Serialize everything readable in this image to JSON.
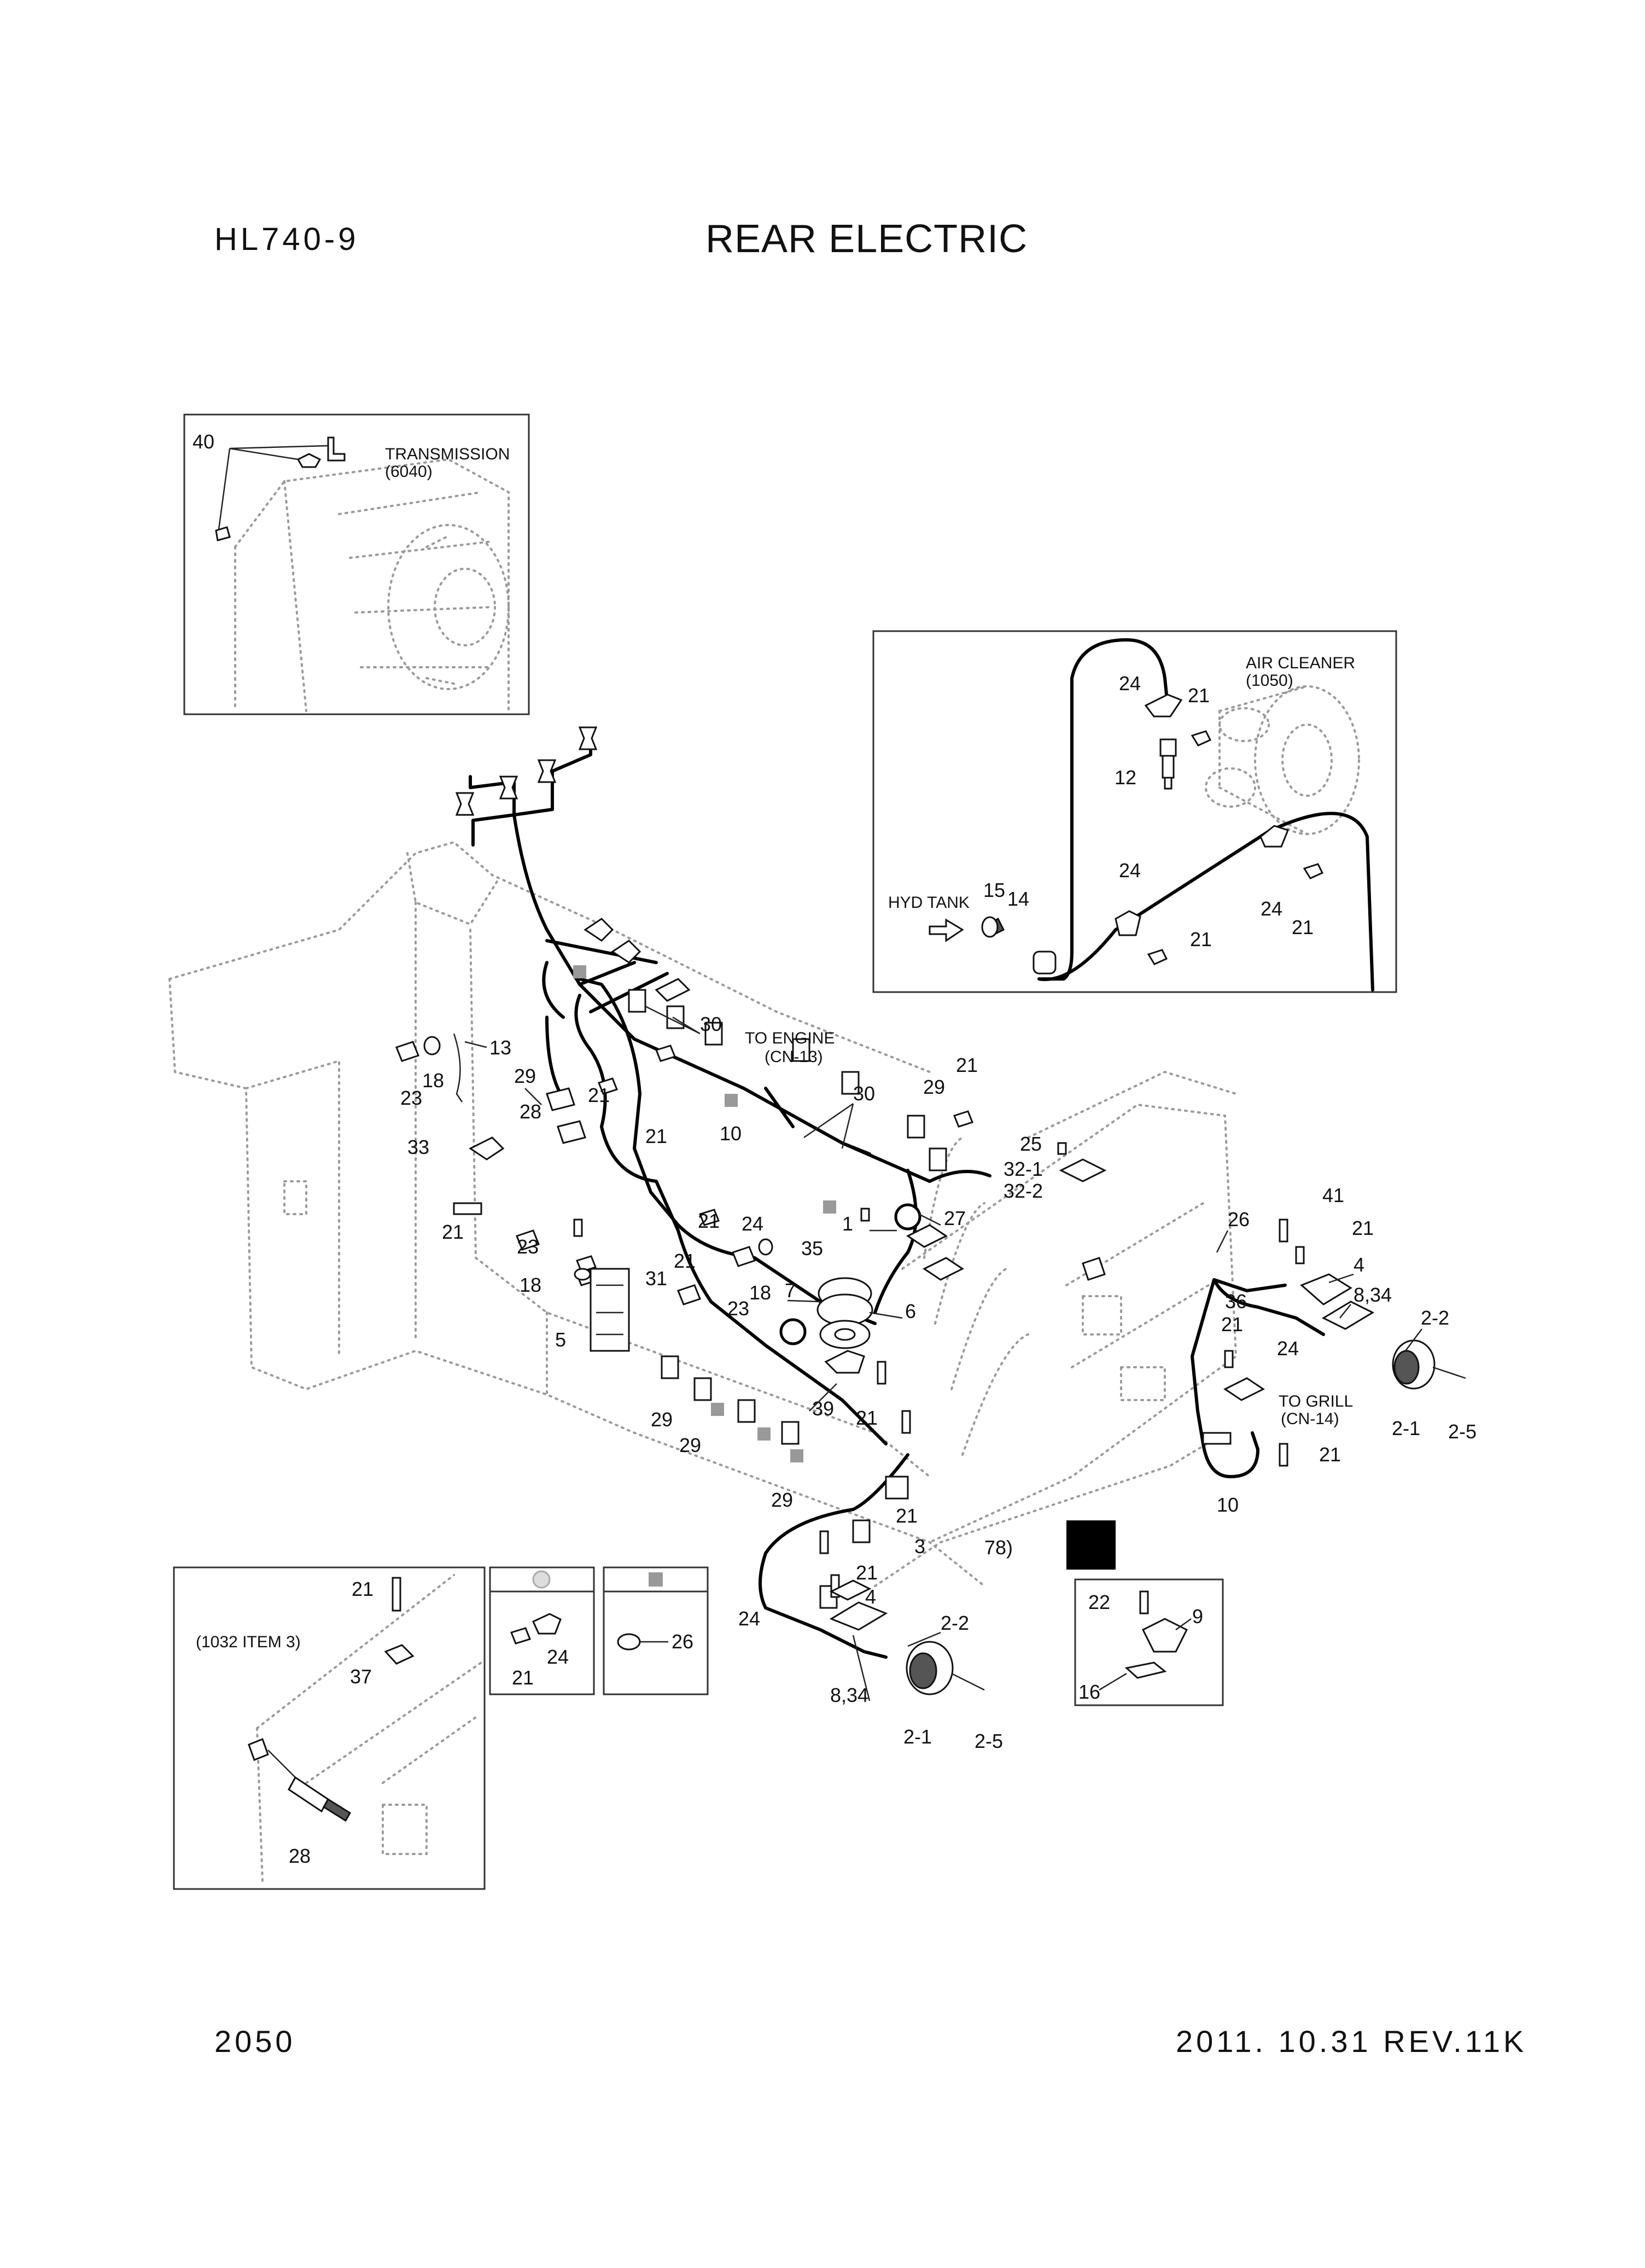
{
  "header": {
    "model": "HL740-9",
    "title": "REAR ELECTRIC"
  },
  "footer": {
    "page_number": "2050",
    "revision": "2011. 10.31 REV.11K"
  },
  "callouts": {
    "transmission": "TRANSMISSION",
    "transmission_ref": "(6040)",
    "air_cleaner": "AIR CLEANER",
    "air_cleaner_ref": "(1050)",
    "hyd_tank": "HYD TANK",
    "to_engine": "TO ENGINE",
    "to_engine_ref": "(CN-13)",
    "to_grill": "TO GRILL",
    "to_grill_ref": "(CN-14)",
    "item_ref": "(1032 ITEM 3)",
    "partial_ref": "78)"
  },
  "legend": {
    "circle_symbol": "circle-marker",
    "square_symbol": "square-marker"
  },
  "part_labels": {
    "p40": "40",
    "p24a": "24",
    "p21a": "21",
    "p12": "12",
    "p15": "15",
    "p14": "14",
    "p24b": "24",
    "p24c": "24",
    "p21b": "21",
    "p21c": "21",
    "p13": "13",
    "p18a": "18",
    "p23a": "23",
    "p29a": "29",
    "p21d": "21",
    "p28a": "28",
    "p21e": "21",
    "p30a": "30",
    "p33": "33",
    "p21f": "21",
    "p10a": "10",
    "p21g": "21",
    "p24d": "24",
    "p30b": "30",
    "p29b": "29",
    "p21h": "21",
    "p25": "25",
    "p32-1": "32-1",
    "p32-2": "32-2",
    "p1": "1",
    "p27": "27",
    "p26a": "26",
    "p23b": "23",
    "p35": "35",
    "p18b": "18",
    "p23c": "23",
    "p7": "7",
    "p6": "6",
    "p31": "31",
    "p21i": "21",
    "p18c": "18",
    "p5": "5",
    "p39": "39",
    "p21j": "21",
    "p29c": "29",
    "p29d": "29",
    "p29e": "29",
    "p41": "41",
    "p21k": "21",
    "p4a": "4",
    "p8-34a": "8,34",
    "p36": "36",
    "p21l": "21",
    "p24e": "24",
    "p2-2a": "2-2",
    "p2-1a": "2-1",
    "p2-5a": "2-5",
    "p21m": "21",
    "p10b": "10",
    "p21n": "21",
    "p21o": "21",
    "p3": "3",
    "p4b": "4",
    "p24f": "24",
    "p2-2b": "2-2",
    "p8-34b": "8,34",
    "p2-1b": "2-1",
    "p2-5b": "2-5",
    "p22": "22",
    "p9": "9",
    "p16": "16",
    "p21p": "21",
    "p37": "37",
    "p28b": "28",
    "p21q": "21",
    "p24g": "24",
    "p26b": "26"
  }
}
